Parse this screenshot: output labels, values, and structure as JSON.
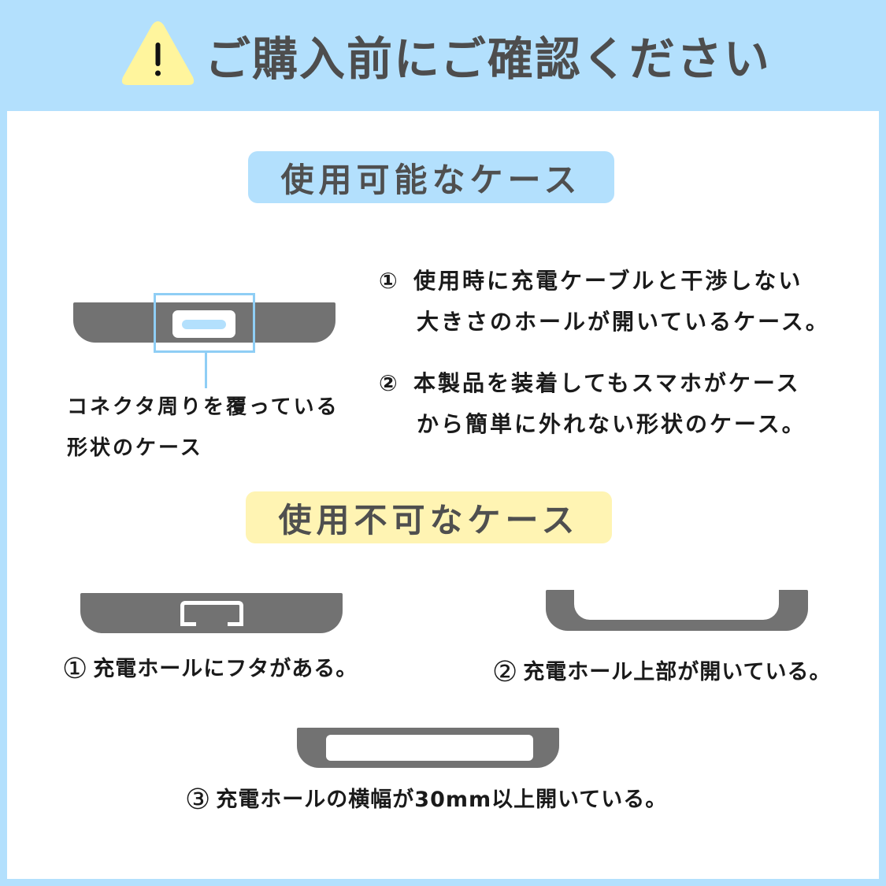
{
  "header": {
    "icon": "warning-triangle-icon",
    "icon_glyph": "!",
    "title": "ご購入前にご確認ください",
    "background_color": "#b3e0fd",
    "icon_color": "#fff59d"
  },
  "usable": {
    "label": "使用可能なケース",
    "label_bg": "#b3e0fd",
    "callout": [
      "コネクタ周りを覆っている",
      "形状のケース"
    ],
    "rules": [
      {
        "num": "①",
        "lines": [
          "使用時に充電ケーブルと干渉しない",
          "大きさのホールが開いているケース。"
        ]
      },
      {
        "num": "②",
        "lines": [
          "本製品を装着してもスマホがケース",
          "から簡単に外れない形状のケース。"
        ]
      }
    ]
  },
  "unusable": {
    "label": "使用不可なケース",
    "label_bg": "#fff4b3",
    "items": [
      {
        "num": "①",
        "text": "充電ホールにフタがある。"
      },
      {
        "num": "②",
        "text": "充電ホール上部が開いている。"
      },
      {
        "num": "③",
        "text": "充電ホールの横幅が30mm以上開いている。"
      }
    ]
  },
  "colors": {
    "case_gray": "#727272",
    "highlight_blue": "#8fcef5",
    "text_dark": "#4d4d4d"
  }
}
